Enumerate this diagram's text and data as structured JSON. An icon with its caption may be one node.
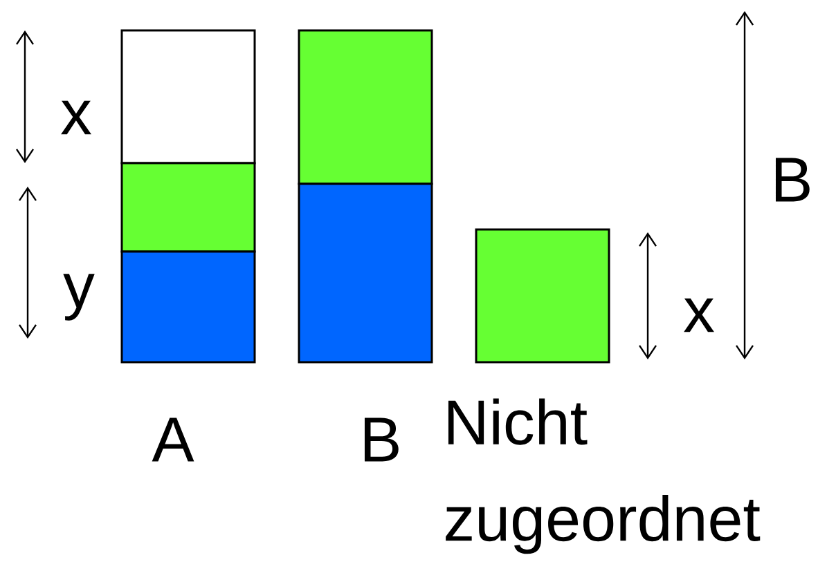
{
  "diagram": {
    "labels": [
      "x",
      "B",
      "y",
      "x",
      "A",
      "B",
      "Nicht zugeordnet"
    ]
  }
}
